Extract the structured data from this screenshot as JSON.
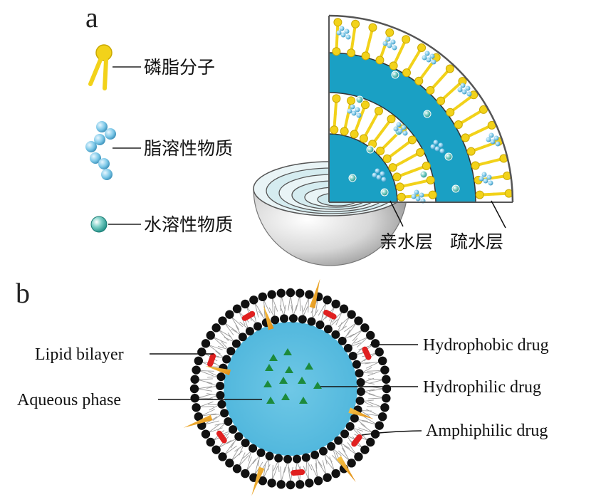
{
  "panel_a": {
    "letter": "a",
    "legend": [
      "磷脂分子",
      "脂溶性物质",
      "水溶性物质"
    ],
    "legend_icons": [
      "phospholipid-icon",
      "lipophilic-substance-icon",
      "hydrophilic-substance-icon"
    ],
    "callouts": [
      "亲水层",
      "疏水层"
    ]
  },
  "panel_b": {
    "letter": "b",
    "labels_left": [
      "Lipid bilayer",
      "Aqueous phase"
    ],
    "labels_right": [
      "Hydrophobic drug",
      "Hydrophilic drug",
      "Amphiphilic drug"
    ]
  },
  "colors": {
    "phospholipid": "#f2d21a",
    "hydrophilic_layer": "#1aa0c4",
    "aqueous_core": "#5bbfe2",
    "lipid_head": "#111111",
    "hydrophobic_drug": "#e02020",
    "hydrophilic_drug": "#1c8a3c",
    "amphiphilic_drug": "#f0a020"
  }
}
